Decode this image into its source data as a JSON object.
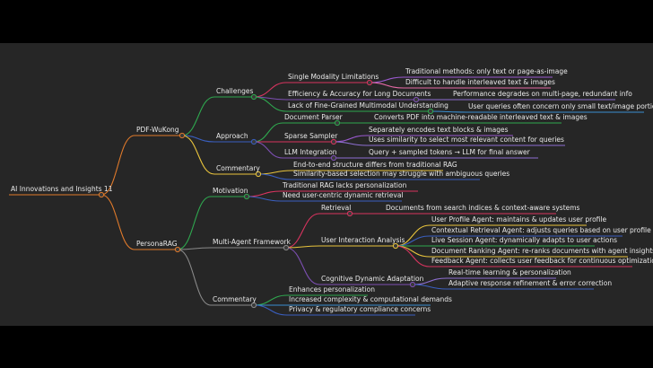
{
  "mindmap": {
    "root": {
      "label": "AI Innovations and Insights 11"
    },
    "branches": {
      "pdf_wukong": {
        "label": "PDF-WuKong",
        "challenges": {
          "label": "Challenges",
          "single_modality": {
            "label": "Single Modality Limitations",
            "details": [
              "Traditional methods: only text or page-as-image",
              "Difficult to handle interleaved text & images"
            ]
          },
          "efficiency": {
            "label": "Efficiency & Accuracy for Long Documents",
            "details": [
              "Performance degrades on multi-page, redundant info"
            ]
          },
          "fine_grained": {
            "label": "Lack of Fine-Grained Multimodal Understanding",
            "details": [
              "User queries often concern only small text/image portions"
            ]
          }
        },
        "approach": {
          "label": "Approach",
          "document_parser": {
            "label": "Document Parser",
            "details": [
              "Converts PDF into machine-readable interleaved text & images"
            ]
          },
          "sparse_sampler": {
            "label": "Sparse Sampler",
            "details": [
              "Separately encodes text blocks & images",
              "Uses similarity to select most relevant content for queries"
            ]
          },
          "llm_integration": {
            "label": "LLM Integration",
            "details": [
              "Query + sampled tokens → LLM for final answer"
            ]
          }
        },
        "commentary": {
          "label": "Commentary",
          "details": [
            "End-to-end structure differs from traditional RAG",
            "Similarity-based selection may struggle with ambiguous queries"
          ]
        }
      },
      "personarag": {
        "label": "PersonaRAG",
        "motivation": {
          "label": "Motivation",
          "details": [
            "Traditional RAG lacks personalization",
            "Need user-centric dynamic retrieval"
          ]
        },
        "framework": {
          "label": "Multi-Agent Framework",
          "retrieval": {
            "label": "Retrieval",
            "details": [
              "Documents from search indices & context-aware systems"
            ]
          },
          "interaction": {
            "label": "User Interaction Analysis",
            "details": [
              "User Profile Agent: maintains & updates user profile",
              "Contextual Retrieval Agent: adjusts queries based on user profile",
              "Live Session Agent: dynamically adapts to user actions",
              "Document Ranking Agent: re-ranks documents with agent insights",
              "Feedback Agent: collects user feedback for continuous optimization"
            ]
          },
          "cognitive": {
            "label": "Cognitive Dynamic Adaptation",
            "details": [
              "Real-time learning & personalization",
              "Adaptive response refinement & error correction"
            ]
          }
        },
        "commentary": {
          "label": "Commentary",
          "details": [
            "Enhances personalization",
            "Increased complexity & computational demands",
            "Privacy & regulatory compliance concerns"
          ]
        }
      }
    }
  },
  "colors": {
    "background": "#000000",
    "panel": "#262626",
    "text": "#e9e9e9",
    "root_edge": "#e07a2b",
    "pdf_edge": "#e07a2b",
    "persona_edge": "#e07a2b",
    "challenges_edge": "#2fa84f",
    "approach_edge": "#3a5fc0",
    "commentary_edge": "#e9c43c",
    "motivation_edge": "#2fa84f",
    "framework_edge": "#8a8a8a",
    "p_commentary_edge": "#8a8a8a"
  }
}
